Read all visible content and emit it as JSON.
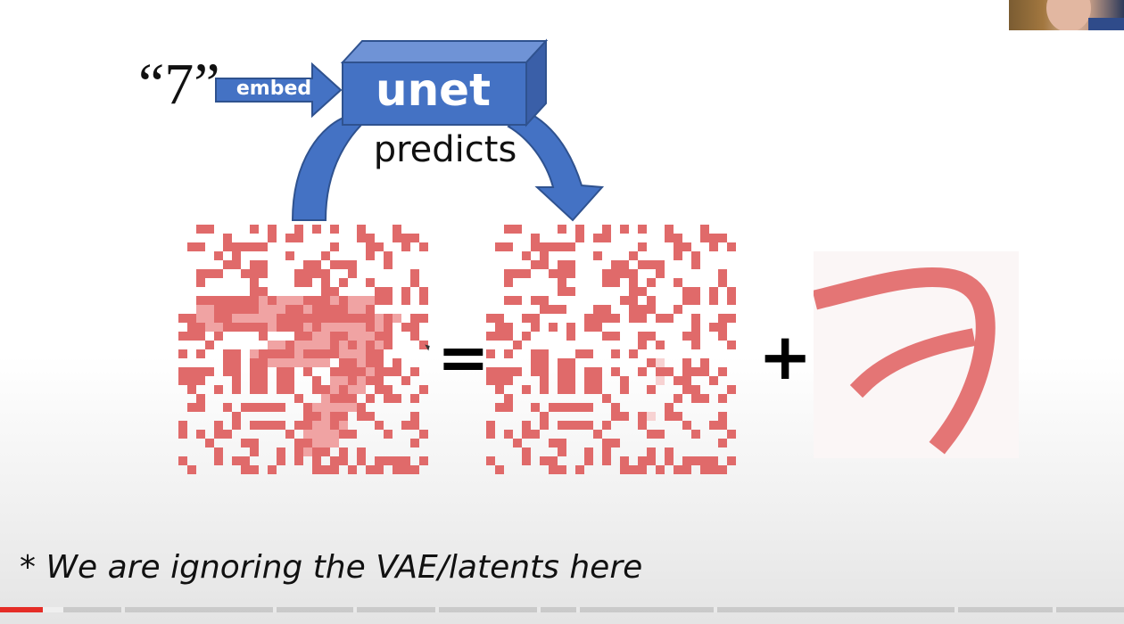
{
  "slide": {
    "quote_text": "“7”",
    "embed_label": "embed",
    "unet_label": "unet",
    "predicts_label": "predicts",
    "equals_sign": "=",
    "plus_sign": "+",
    "footnote": "* We are ignoring the VAE/latents here"
  },
  "colors": {
    "diagram_blue": "#4472c4",
    "diagram_blue_dark": "#2f528f",
    "pixel_red": "#e06a6a",
    "progress_red": "#e52d27"
  },
  "video": {
    "progress_fraction": 0.038,
    "buffered_fraction": 0.056
  },
  "icons": {
    "cursor": "mouse-pointer-icon",
    "webcam": "webcam-video-icon"
  }
}
